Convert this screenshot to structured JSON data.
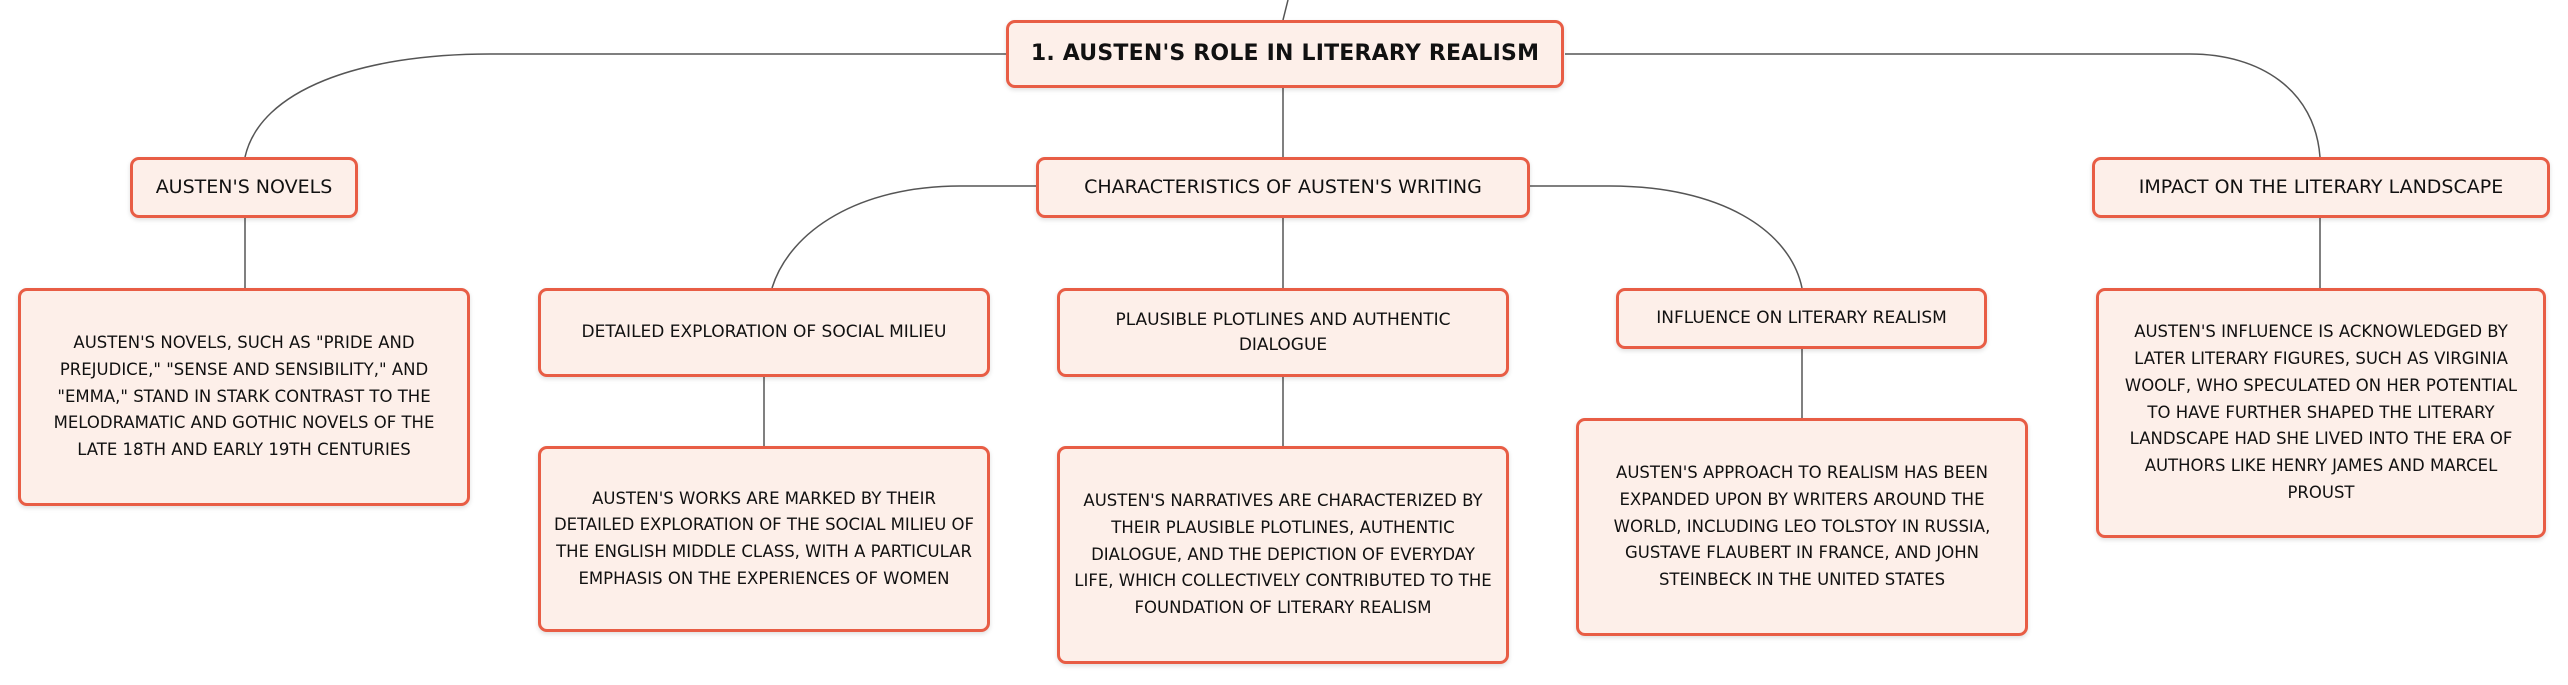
{
  "mindmap": {
    "root": {
      "label": "1. AUSTEN'S ROLE IN LITERARY REALISM"
    },
    "austens_novels": {
      "label": "AUSTEN'S NOVELS",
      "description": "AUSTEN'S NOVELS, SUCH AS \"PRIDE AND PREJUDICE,\" \"SENSE AND SENSIBILITY,\" AND \"EMMA,\" STAND IN STARK CONTRAST TO THE MELODRAMATIC AND GOTHIC NOVELS OF THE LATE 18TH AND EARLY 19TH CENTURIES"
    },
    "characteristics": {
      "label": "CHARACTERISTICS OF AUSTEN'S WRITING",
      "children": [
        {
          "label": "DETAILED EXPLORATION OF SOCIAL MILIEU",
          "description": "AUSTEN'S WORKS ARE MARKED BY THEIR DETAILED EXPLORATION OF THE SOCIAL MILIEU OF THE ENGLISH MIDDLE CLASS, WITH A PARTICULAR EMPHASIS ON THE EXPERIENCES OF WOMEN"
        },
        {
          "label": "PLAUSIBLE PLOTLINES AND AUTHENTIC DIALOGUE",
          "description": "AUSTEN'S NARRATIVES ARE CHARACTERIZED BY THEIR PLAUSIBLE PLOTLINES, AUTHENTIC DIALOGUE, AND THE DEPICTION OF EVERYDAY LIFE, WHICH COLLECTIVELY CONTRIBUTED TO THE FOUNDATION OF LITERARY REALISM"
        },
        {
          "label": "INFLUENCE ON LITERARY REALISM",
          "description": "AUSTEN'S APPROACH TO REALISM HAS BEEN EXPANDED UPON BY WRITERS AROUND THE WORLD, INCLUDING LEO TOLSTOY IN RUSSIA, GUSTAVE FLAUBERT IN FRANCE, AND JOHN STEINBECK IN THE UNITED STATES"
        }
      ]
    },
    "impact": {
      "label": "IMPACT ON THE LITERARY LANDSCAPE",
      "description": "AUSTEN'S INFLUENCE IS ACKNOWLEDGED BY LATER LITERARY FIGURES, SUCH AS VIRGINIA WOOLF, WHO SPECULATED ON HER POTENTIAL TO HAVE FURTHER SHAPED THE LITERARY LANDSCAPE HAD SHE LIVED INTO THE ERA OF AUTHORS LIKE HENRY JAMES AND MARCEL PROUST"
    }
  },
  "colors": {
    "node_fill": "#fdefe9",
    "node_border": "#e85d45",
    "connector": "#555555"
  }
}
